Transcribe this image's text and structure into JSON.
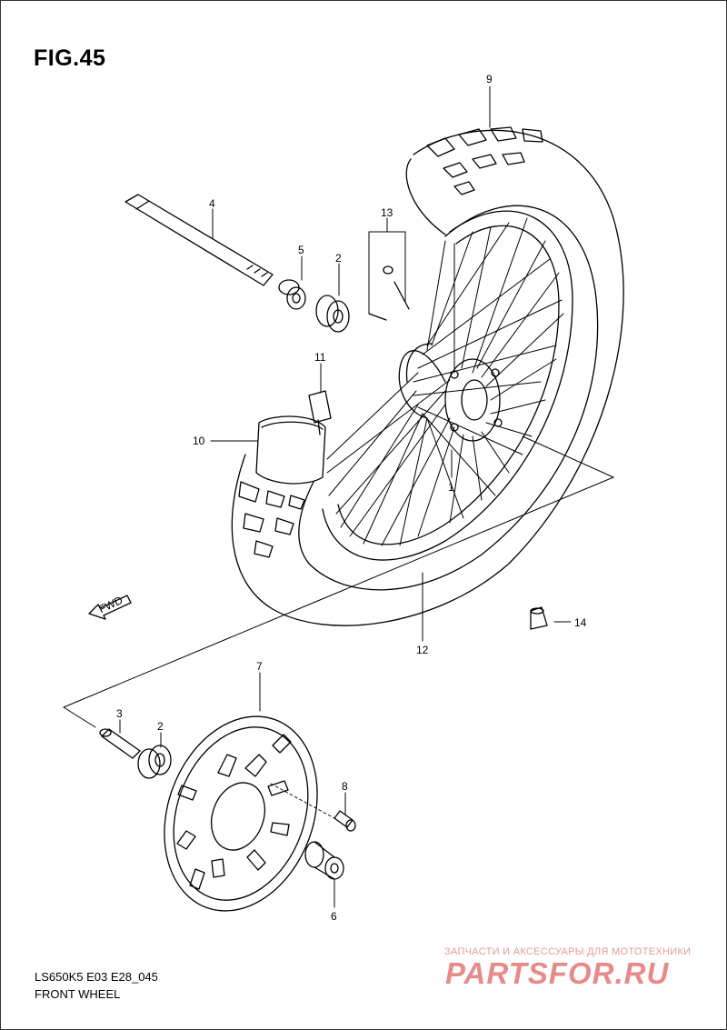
{
  "figure": {
    "title": "FIG.45",
    "model_code": "LS650K5 E03 E28_045",
    "name": "FRONT WHEEL"
  },
  "direction_marker": "FWD",
  "callouts": [
    {
      "id": "c1",
      "label": "1"
    },
    {
      "id": "c2a",
      "label": "2"
    },
    {
      "id": "c2b",
      "label": "2"
    },
    {
      "id": "c3",
      "label": "3"
    },
    {
      "id": "c4",
      "label": "4"
    },
    {
      "id": "c5",
      "label": "5"
    },
    {
      "id": "c6",
      "label": "6"
    },
    {
      "id": "c7",
      "label": "7"
    },
    {
      "id": "c8",
      "label": "8"
    },
    {
      "id": "c9",
      "label": "9"
    },
    {
      "id": "c10",
      "label": "10"
    },
    {
      "id": "c11",
      "label": "11"
    },
    {
      "id": "c12",
      "label": "12"
    },
    {
      "id": "c13",
      "label": "13"
    },
    {
      "id": "c14",
      "label": "14"
    }
  ],
  "watermark": {
    "tagline": "ЗАПЧАСТИ И АКСЕССУАРЫ ДЛЯ МОТОТЕХНИКИ",
    "logo_text": "PARTSFOR.RU"
  },
  "colors": {
    "line": "#000000",
    "watermark": "#d42a2a",
    "background": "#ffffff"
  }
}
